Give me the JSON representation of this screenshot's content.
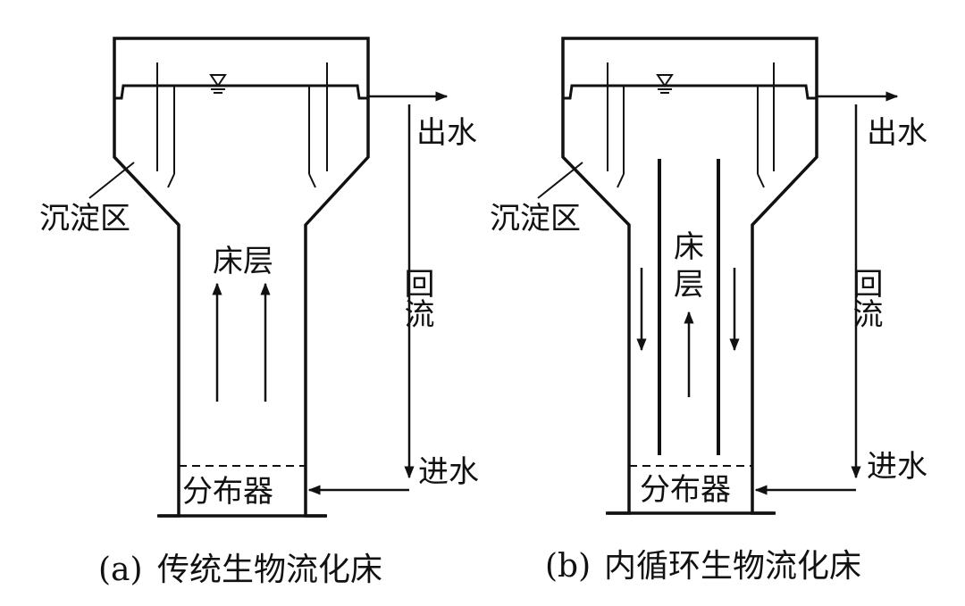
{
  "diagram_a": {
    "outlet": "出水",
    "settling_zone": "沉淀区",
    "bed": "床层",
    "recirculation": "回流",
    "inlet": "进水",
    "distributor": "分布器",
    "caption_tag": "(a)",
    "caption": "传统生物流化床"
  },
  "diagram_b": {
    "outlet": "出水",
    "settling_zone": "沉淀区",
    "bed_line1": "床",
    "bed_line2": "层",
    "recirculation": "回流",
    "inlet": "进水",
    "distributor": "分布器",
    "caption_tag": "(b)",
    "caption": "内循环生物流化床"
  },
  "colors": {
    "ink": "#111111",
    "background": "#ffffff"
  }
}
